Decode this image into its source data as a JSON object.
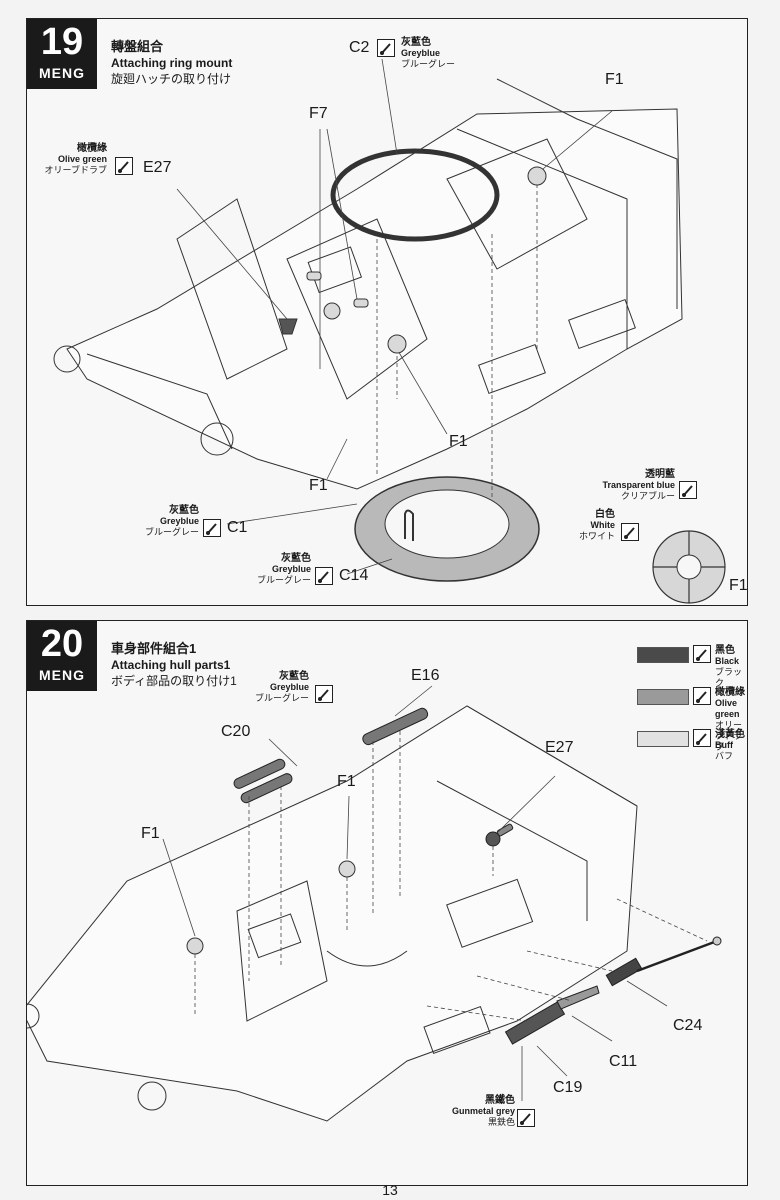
{
  "steps": [
    {
      "number": "19",
      "brand": "MENG",
      "title_zh": "轉盤組合",
      "title_en": "Attaching ring mount",
      "title_ja": "旋廻ハッチの取り付け",
      "part_labels": {
        "c2": "C2",
        "f7": "F7",
        "f1_top": "F1",
        "e27": "E27",
        "f1_mid": "F1",
        "f1_low": "F1",
        "c1": "C1",
        "c14": "C14",
        "f1_detail": "F1"
      },
      "colors": {
        "c2": {
          "zh": "灰藍色",
          "en": "Greyblue",
          "ja": "ブルーグレー"
        },
        "e27": {
          "zh": "橄欖綠",
          "en": "Olive green",
          "ja": "オリーブドラブ"
        },
        "c1": {
          "zh": "灰藍色",
          "en": "Greyblue",
          "ja": "ブルーグレー"
        },
        "c14": {
          "zh": "灰藍色",
          "en": "Greyblue",
          "ja": "ブルーグレー"
        },
        "transparent": {
          "zh": "透明藍",
          "en": "Transparent blue",
          "ja": "クリアブルー"
        },
        "white": {
          "zh": "白色",
          "en": "White",
          "ja": "ホワイト"
        }
      }
    },
    {
      "number": "20",
      "brand": "MENG",
      "title_zh": "車身部件組合1",
      "title_en": "Attaching hull parts1",
      "title_ja": "ボディ部品の取り付け1",
      "part_labels": {
        "e16": "E16",
        "c20": "C20",
        "e27": "E27",
        "f1_mid": "F1",
        "f1_left": "F1",
        "c24": "C24",
        "c11": "C11",
        "c19": "C19"
      },
      "colors": {
        "greyblue": {
          "zh": "灰藍色",
          "en": "Greyblue",
          "ja": "ブルーグレー"
        },
        "gunmetal": {
          "zh": "黑鐵色",
          "en": "Gunmetal grey",
          "ja": "黒鉄色"
        }
      },
      "legend": [
        {
          "zh": "黑色",
          "en": "Black",
          "ja": "ブラック",
          "swatch": "#4a4a4a"
        },
        {
          "zh": "橄欖綠",
          "en": "Olive green",
          "ja": "オリーブドラブ",
          "swatch": "#9a9a9a"
        },
        {
          "zh": "淺黃色",
          "en": "Buff",
          "ja": "バフ",
          "swatch": "#e2e2e2"
        }
      ]
    }
  ],
  "page_number": "13",
  "icons": [
    "paint-brush-icon"
  ]
}
